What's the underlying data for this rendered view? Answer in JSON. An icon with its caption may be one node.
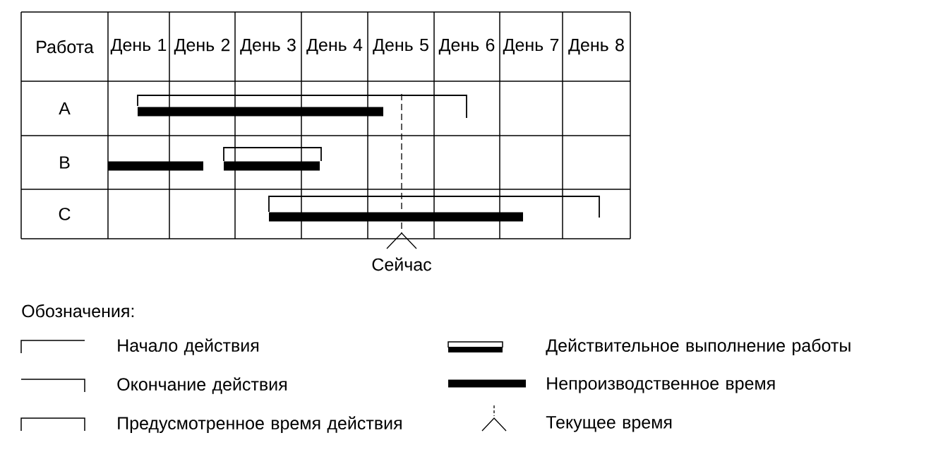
{
  "diagram": {
    "labels": [
      "Работа",
      "День 1",
      "День 2",
      "День 3",
      "День 4",
      "День 5",
      "День 6",
      "День 7",
      "День 8",
      "A",
      "B",
      "C",
      "Сейчас",
      "Обозначения:"
    ],
    "legend": [
      {
        "text": "Начало действия"
      },
      {
        "text": "Окончание действия"
      },
      {
        "text": "Предусмотренное время действия"
      },
      {
        "text": "Действительное выполнение работы"
      },
      {
        "text": "Непроизводственное время"
      },
      {
        "text": "Текущее время"
      }
    ]
  }
}
